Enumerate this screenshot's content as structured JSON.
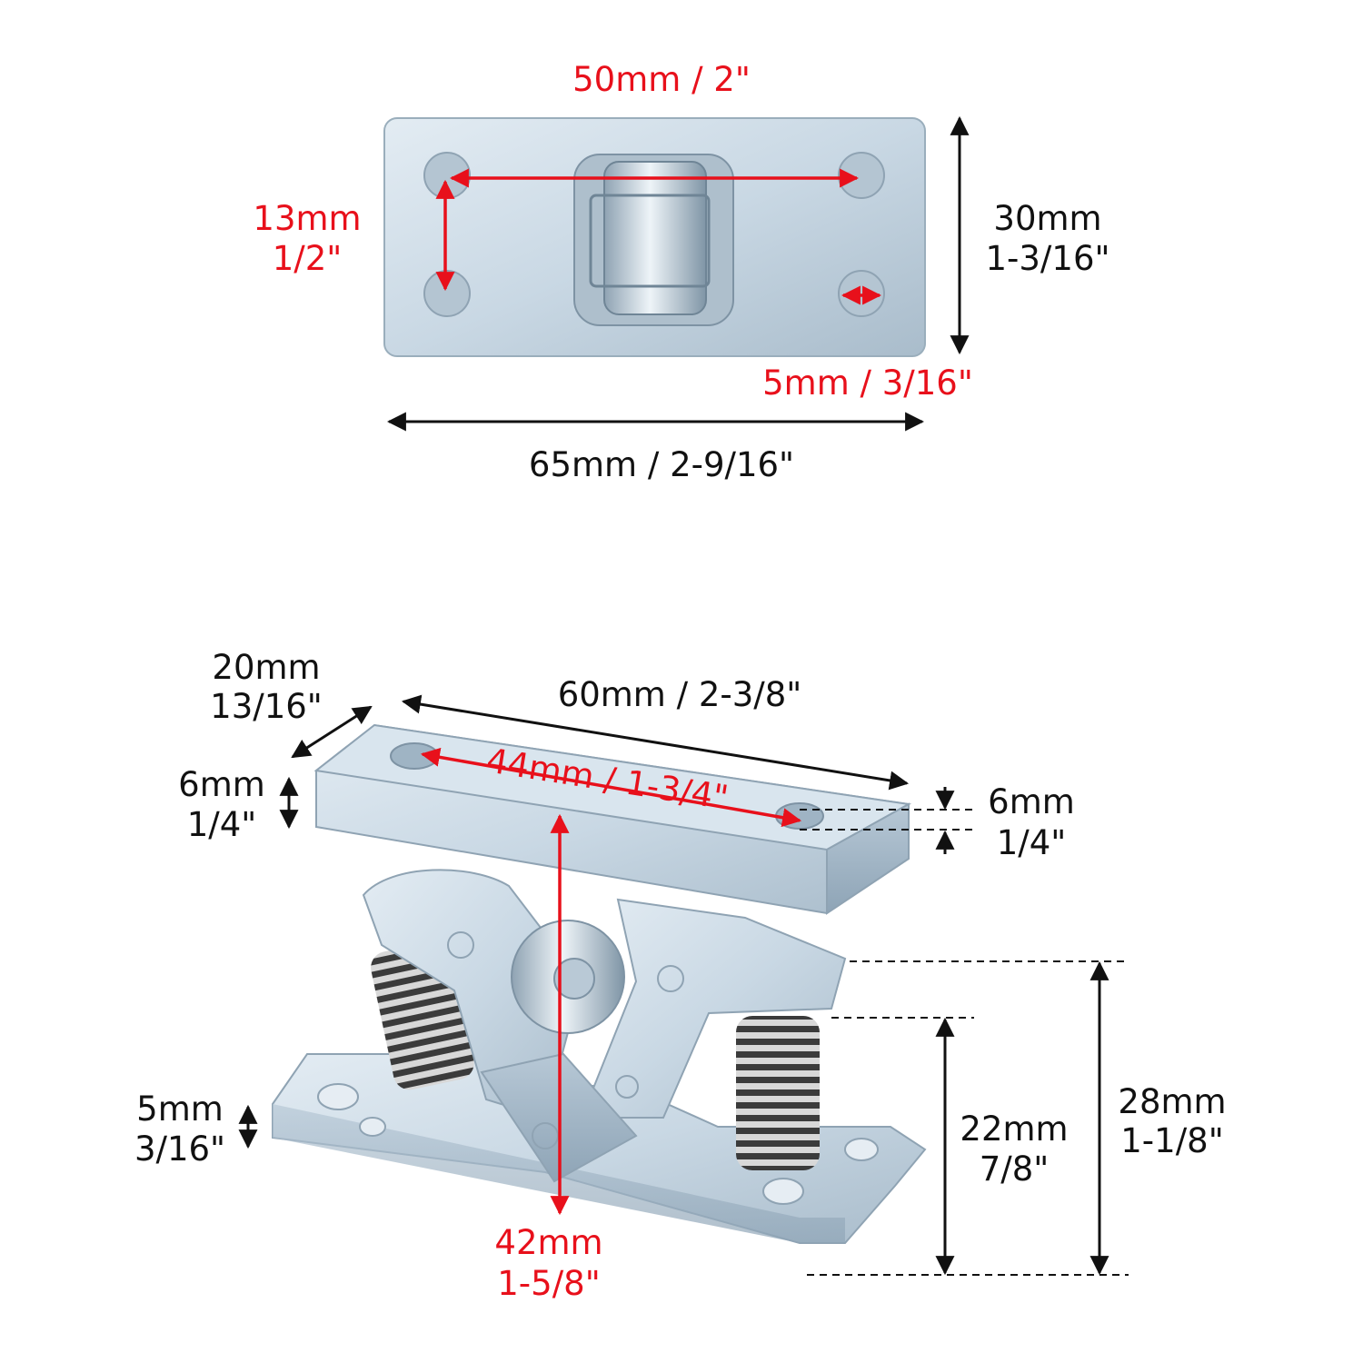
{
  "colors": {
    "background": "#ffffff",
    "metal": "#c9d8e4",
    "metal_shadow": "#8ea4b6",
    "dimension_red": "#e8101b",
    "dimension_black": "#111111"
  },
  "top_view": {
    "hole_spacing": "50mm / 2\"",
    "hole_offset_mm": "13mm",
    "hole_offset_in": "1/2\"",
    "height_mm": "30mm",
    "height_in": "1-3/16\"",
    "hole_diameter": "5mm / 3/16\"",
    "overall_length": "65mm / 2-9/16\""
  },
  "side_view": {
    "depth_mm": "20mm",
    "depth_in": "13/16\"",
    "overall_length": "60mm / 2-3/8\"",
    "hole_spacing": "44mm / 1-3/4\"",
    "top_plate_thickness_mm": "6mm",
    "top_plate_thickness_in": "1/4\"",
    "right_plate_thickness_mm": "6mm",
    "right_plate_thickness_in": "1/4\"",
    "base_thickness_mm": "5mm",
    "base_thickness_in": "3/16\"",
    "total_height_mm": "42mm",
    "total_height_in": "1-5/8\"",
    "spring_height_mm": "22mm",
    "spring_height_in": "7/8\"",
    "lever_height_mm": "28mm",
    "lever_height_in": "1-1/8\""
  }
}
